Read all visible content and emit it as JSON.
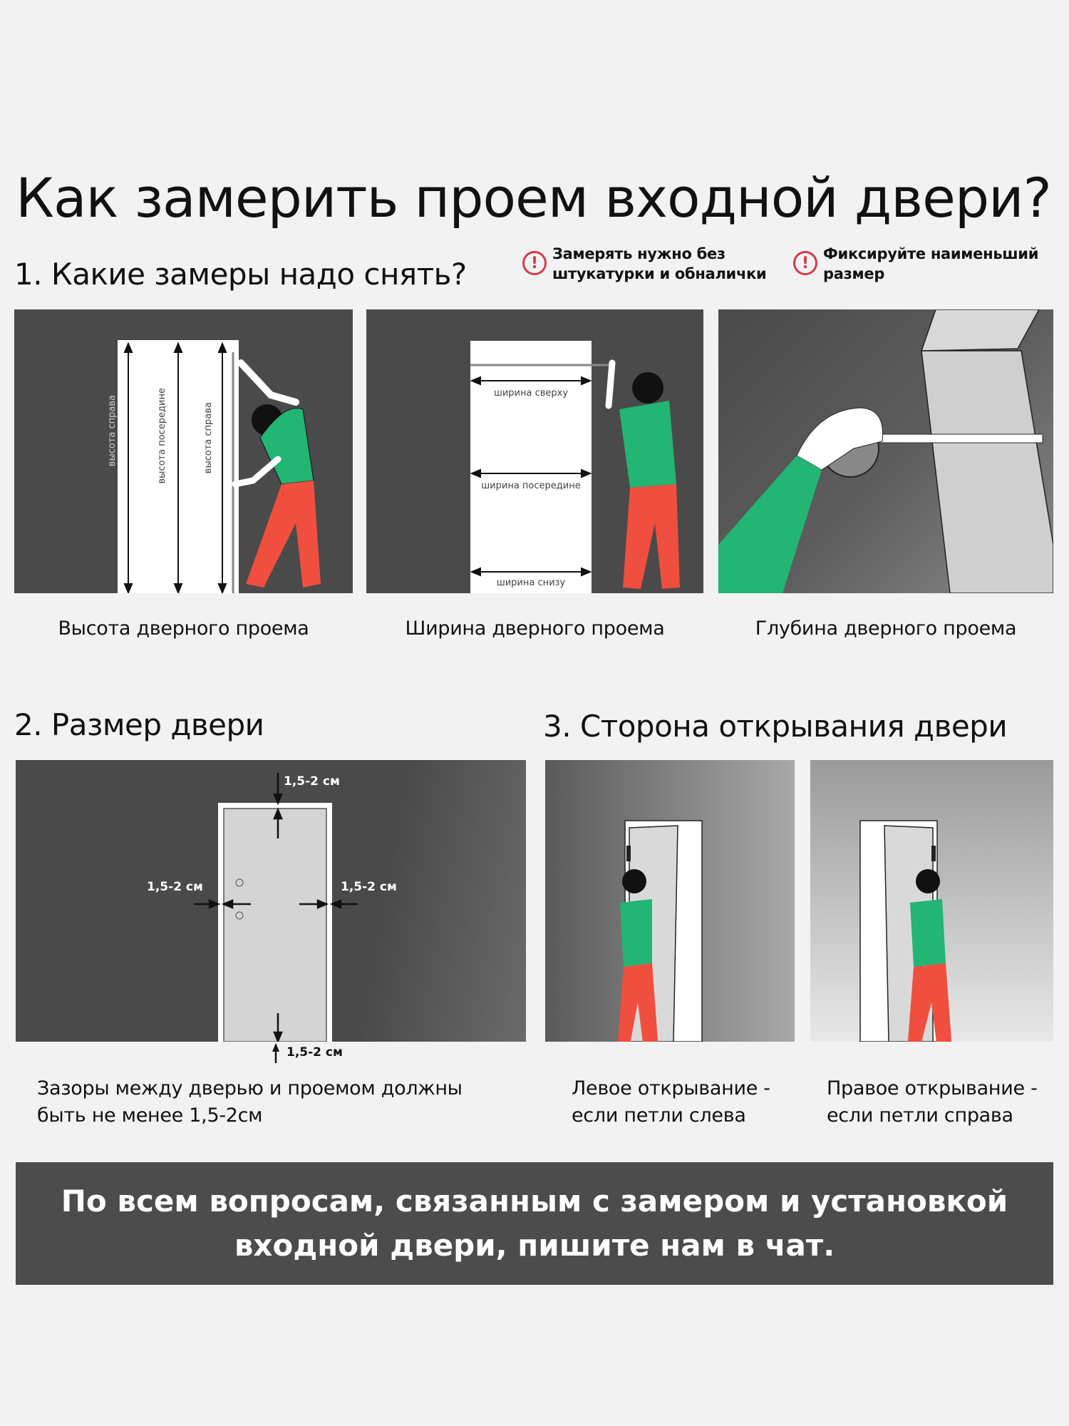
{
  "page": {
    "title": "Как замерить проем входной двери?",
    "section1": {
      "heading": "1. Какие замеры надо снять?",
      "notices": [
        {
          "icon": "warning-icon",
          "line1": "Замерять нужно без",
          "line2": "штукатурки и обналички"
        },
        {
          "icon": "warning-icon",
          "line1": "Фиксируйте наименьший",
          "line2": "размер"
        }
      ],
      "panels": [
        {
          "caption": "Высота дверного проема",
          "labels": [
            "высота справа",
            "высота посередине",
            "высота справа"
          ]
        },
        {
          "caption": "Ширина дверного проема",
          "labels": [
            "ширина сверху",
            "ширина посередине",
            "ширина снизу"
          ]
        },
        {
          "caption": "Глубина дверного проема"
        }
      ]
    },
    "section2": {
      "heading": "2. Размер двери",
      "gaps": {
        "top": "1,5-2 см",
        "left": "1,5-2 см",
        "right": "1,5-2 см",
        "bottom": "1,5-2 см"
      },
      "caption_line1": "Зазоры между дверью и проемом должны",
      "caption_line2": "быть не менее 1,5-2см"
    },
    "section3": {
      "heading": "3. Сторона открывания двери",
      "left": {
        "line1": "Левое открывание -",
        "line2": "если петли слева"
      },
      "right": {
        "line1": "Правое открывание -",
        "line2": "если петли справа"
      }
    },
    "footer": {
      "line1": "По всем вопросам, связанным с замером и установкой",
      "line2": "входной двери, пишите нам в чат."
    }
  },
  "colors": {
    "background": "#f2f2f2",
    "panel": "#4a4a4a",
    "shirt": "#22b573",
    "pants": "#f04e3e",
    "warning": "#d23b48"
  }
}
